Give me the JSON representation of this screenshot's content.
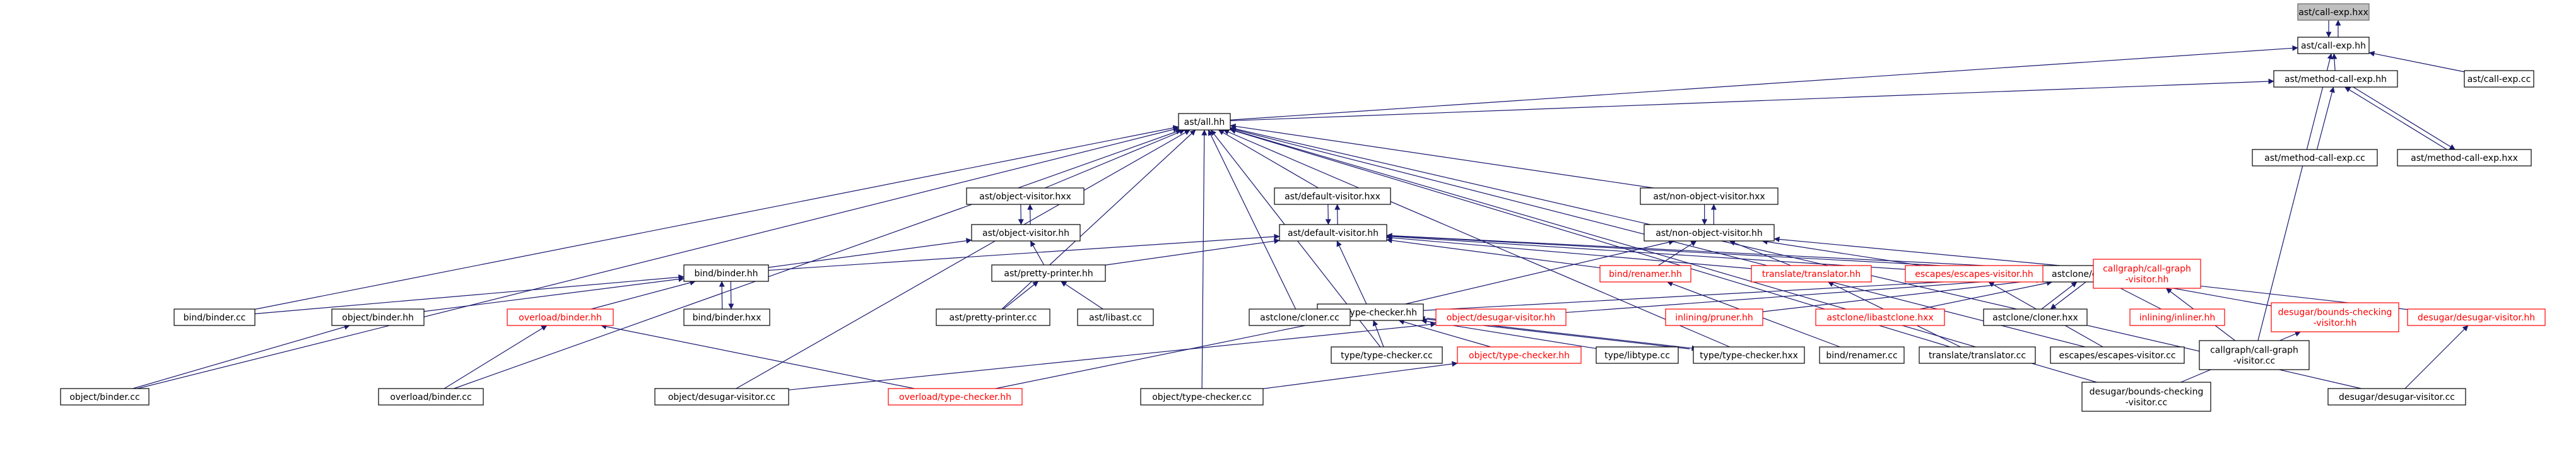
{
  "colors": {
    "edge": "#191970",
    "normal_border": "#000000",
    "red_border": "#ff0000",
    "root_fill": "#bfbfbf"
  },
  "nodes": [
    {
      "id": "call-exp-hxx",
      "lines": [
        "ast/call-exp.hxx"
      ],
      "style": "root"
    },
    {
      "id": "call-exp-hh",
      "lines": [
        "ast/call-exp.hh"
      ]
    },
    {
      "id": "method-call-exp-hh",
      "lines": [
        "ast/method-call-exp.hh"
      ]
    },
    {
      "id": "call-exp-cc",
      "lines": [
        "ast/call-exp.cc"
      ]
    },
    {
      "id": "all-hh",
      "lines": [
        "ast/all.hh"
      ]
    },
    {
      "id": "method-call-exp-cc",
      "lines": [
        "ast/method-call-exp.cc"
      ]
    },
    {
      "id": "method-call-exp-hxx",
      "lines": [
        "ast/method-call-exp.hxx"
      ]
    },
    {
      "id": "object-visitor-hxx",
      "lines": [
        "ast/object-visitor.hxx"
      ]
    },
    {
      "id": "default-visitor-hxx",
      "lines": [
        "ast/default-visitor.hxx"
      ]
    },
    {
      "id": "non-object-visitor-hxx",
      "lines": [
        "ast/non-object-visitor.hxx"
      ]
    },
    {
      "id": "object-visitor-hh",
      "lines": [
        "ast/object-visitor.hh"
      ]
    },
    {
      "id": "default-visitor-hh",
      "lines": [
        "ast/default-visitor.hh"
      ]
    },
    {
      "id": "non-object-visitor-hh",
      "lines": [
        "ast/non-object-visitor.hh"
      ]
    },
    {
      "id": "bind-binder-hh",
      "lines": [
        "bind/binder.hh"
      ]
    },
    {
      "id": "pretty-printer-hh",
      "lines": [
        "ast/pretty-printer.hh"
      ]
    },
    {
      "id": "cloner-hh",
      "lines": [
        "astclone/cloner.hh"
      ]
    },
    {
      "id": "type-checker-hh",
      "lines": [
        "type/type-checker.hh"
      ]
    },
    {
      "id": "bind-renamer-hh",
      "lines": [
        "bind/renamer.hh"
      ],
      "style": "red"
    },
    {
      "id": "translator-hh",
      "lines": [
        "translate/translator.hh"
      ],
      "style": "red"
    },
    {
      "id": "escapes-visitor-hh",
      "lines": [
        "escapes/escapes-visitor.hh"
      ],
      "style": "red"
    },
    {
      "id": "callgraph-visitor-hh",
      "lines": [
        "callgraph/call-graph",
        "-visitor.hh"
      ],
      "style": "red"
    },
    {
      "id": "bind-binder-cc",
      "lines": [
        "bind/binder.cc"
      ]
    },
    {
      "id": "object-binder-hh",
      "lines": [
        "object/binder.hh"
      ]
    },
    {
      "id": "overload-binder-hh",
      "lines": [
        "overload/binder.hh"
      ],
      "style": "red"
    },
    {
      "id": "bind-binder-hxx",
      "lines": [
        "bind/binder.hxx"
      ]
    },
    {
      "id": "pretty-printer-cc",
      "lines": [
        "ast/pretty-printer.cc"
      ]
    },
    {
      "id": "libast-cc",
      "lines": [
        "ast/libast.cc"
      ]
    },
    {
      "id": "cloner-cc",
      "lines": [
        "astclone/cloner.cc"
      ]
    },
    {
      "id": "desugar-visitor-hh-obj",
      "lines": [
        "object/desugar-visitor.hh"
      ],
      "style": "red"
    },
    {
      "id": "pruner-hh",
      "lines": [
        "inlining/pruner.hh"
      ],
      "style": "red"
    },
    {
      "id": "libastclone-hxx",
      "lines": [
        "astclone/libastclone.hxx"
      ],
      "style": "red"
    },
    {
      "id": "cloner-hxx",
      "lines": [
        "astclone/cloner.hxx"
      ]
    },
    {
      "id": "inliner-hh",
      "lines": [
        "inlining/inliner.hh"
      ],
      "style": "red"
    },
    {
      "id": "bounds-checking-visitor-hh",
      "lines": [
        "desugar/bounds-checking",
        "-visitor.hh"
      ],
      "style": "red"
    },
    {
      "id": "desugar-visitor-hh",
      "lines": [
        "desugar/desugar-visitor.hh"
      ],
      "style": "red"
    },
    {
      "id": "type-checker-cc",
      "lines": [
        "type/type-checker.cc"
      ]
    },
    {
      "id": "object-type-checker-hh",
      "lines": [
        "object/type-checker.hh"
      ],
      "style": "red"
    },
    {
      "id": "libtype-cc",
      "lines": [
        "type/libtype.cc"
      ]
    },
    {
      "id": "type-checker-hxx",
      "lines": [
        "type/type-checker.hxx"
      ]
    },
    {
      "id": "bind-renamer-cc",
      "lines": [
        "bind/renamer.cc"
      ]
    },
    {
      "id": "translator-cc",
      "lines": [
        "translate/translator.cc"
      ]
    },
    {
      "id": "escapes-visitor-cc",
      "lines": [
        "escapes/escapes-visitor.cc"
      ]
    },
    {
      "id": "callgraph-visitor-cc",
      "lines": [
        "callgraph/call-graph",
        "-visitor.cc"
      ]
    },
    {
      "id": "object-binder-cc",
      "lines": [
        "object/binder.cc"
      ]
    },
    {
      "id": "overload-binder-cc",
      "lines": [
        "overload/binder.cc"
      ]
    },
    {
      "id": "object-desugar-visitor-cc",
      "lines": [
        "object/desugar-visitor.cc"
      ]
    },
    {
      "id": "overload-type-checker-hh",
      "lines": [
        "overload/type-checker.hh"
      ],
      "style": "red"
    },
    {
      "id": "object-type-checker-cc",
      "lines": [
        "object/type-checker.cc"
      ]
    },
    {
      "id": "bounds-checking-visitor-cc",
      "lines": [
        "desugar/bounds-checking",
        "-visitor.cc"
      ]
    },
    {
      "id": "desugar-visitor-cc",
      "lines": [
        "desugar/desugar-visitor.cc"
      ]
    }
  ],
  "edges": [
    [
      "call-exp-hh",
      "call-exp-hxx"
    ],
    [
      "call-exp-hxx",
      "call-exp-hh"
    ],
    [
      "method-call-exp-hh",
      "call-exp-hh"
    ],
    [
      "call-exp-cc",
      "call-exp-hh"
    ],
    [
      "all-hh",
      "call-exp-hh"
    ],
    [
      "callgraph-visitor-cc",
      "call-exp-hh"
    ],
    [
      "all-hh",
      "method-call-exp-hh"
    ],
    [
      "method-call-exp-cc",
      "method-call-exp-hh"
    ],
    [
      "method-call-exp-hxx",
      "method-call-exp-hh"
    ],
    [
      "method-call-exp-hh",
      "method-call-exp-hxx"
    ],
    [
      "object-visitor-hxx",
      "all-hh"
    ],
    [
      "default-visitor-hxx",
      "all-hh"
    ],
    [
      "non-object-visitor-hxx",
      "all-hh"
    ],
    [
      "pretty-printer-cc",
      "all-hh"
    ],
    [
      "bind-binder-cc",
      "all-hh"
    ],
    [
      "object-binder-cc",
      "all-hh"
    ],
    [
      "overload-binder-cc",
      "all-hh"
    ],
    [
      "object-desugar-visitor-cc",
      "all-hh"
    ],
    [
      "cloner-cc",
      "all-hh"
    ],
    [
      "object-type-checker-cc",
      "all-hh"
    ],
    [
      "type-checker-cc",
      "all-hh"
    ],
    [
      "type-checker-hxx",
      "all-hh"
    ],
    [
      "translator-cc",
      "all-hh"
    ],
    [
      "escapes-visitor-cc",
      "all-hh"
    ],
    [
      "bounds-checking-visitor-cc",
      "all-hh"
    ],
    [
      "desugar-visitor-cc",
      "all-hh"
    ],
    [
      "object-visitor-hh",
      "object-visitor-hxx"
    ],
    [
      "object-visitor-hxx",
      "object-visitor-hh"
    ],
    [
      "default-visitor-hh",
      "default-visitor-hxx"
    ],
    [
      "default-visitor-hxx",
      "default-visitor-hh"
    ],
    [
      "non-object-visitor-hh",
      "non-object-visitor-hxx"
    ],
    [
      "non-object-visitor-hxx",
      "non-object-visitor-hh"
    ],
    [
      "bind-binder-hh",
      "object-visitor-hh"
    ],
    [
      "pretty-printer-hh",
      "object-visitor-hh"
    ],
    [
      "bind-binder-hh",
      "default-visitor-hh"
    ],
    [
      "pretty-printer-hh",
      "default-visitor-hh"
    ],
    [
      "cloner-hh",
      "default-visitor-hh"
    ],
    [
      "type-checker-hh",
      "default-visitor-hh"
    ],
    [
      "bind-renamer-hh",
      "default-visitor-hh"
    ],
    [
      "translator-hh",
      "default-visitor-hh"
    ],
    [
      "escapes-visitor-hh",
      "default-visitor-hh"
    ],
    [
      "callgraph-visitor-hh",
      "default-visitor-hh"
    ],
    [
      "type-checker-hh",
      "non-object-visitor-hh"
    ],
    [
      "bind-renamer-hh",
      "non-object-visitor-hh"
    ],
    [
      "translator-hh",
      "non-object-visitor-hh"
    ],
    [
      "escapes-visitor-hh",
      "non-object-visitor-hh"
    ],
    [
      "callgraph-visitor-hh",
      "non-object-visitor-hh"
    ],
    [
      "bind-binder-cc",
      "bind-binder-hh"
    ],
    [
      "object-binder-hh",
      "bind-binder-hh"
    ],
    [
      "overload-binder-hh",
      "bind-binder-hh"
    ],
    [
      "bind-binder-hxx",
      "bind-binder-hh"
    ],
    [
      "bind-binder-hh",
      "bind-binder-hxx"
    ],
    [
      "pretty-printer-cc",
      "pretty-printer-hh"
    ],
    [
      "libast-cc",
      "pretty-printer-hh"
    ],
    [
      "cloner-cc",
      "cloner-hh"
    ],
    [
      "desugar-visitor-hh-obj",
      "cloner-hh"
    ],
    [
      "pruner-hh",
      "cloner-hh"
    ],
    [
      "libastclone-hxx",
      "cloner-hh"
    ],
    [
      "cloner-hxx",
      "cloner-hh"
    ],
    [
      "cloner-hh",
      "cloner-hxx"
    ],
    [
      "inliner-hh",
      "cloner-hh"
    ],
    [
      "bounds-checking-visitor-hh",
      "cloner-hh"
    ],
    [
      "desugar-visitor-hh",
      "cloner-hh"
    ],
    [
      "type-checker-cc",
      "type-checker-hh"
    ],
    [
      "object-type-checker-hh",
      "type-checker-hh"
    ],
    [
      "libtype-cc",
      "type-checker-hh"
    ],
    [
      "type-checker-hxx",
      "type-checker-hh"
    ],
    [
      "type-checker-hh",
      "type-checker-hxx"
    ],
    [
      "overload-type-checker-hh",
      "type-checker-hh"
    ],
    [
      "bind-renamer-cc",
      "bind-renamer-hh"
    ],
    [
      "translator-cc",
      "translator-hh"
    ],
    [
      "escapes-visitor-cc",
      "escapes-visitor-hh"
    ],
    [
      "callgraph-visitor-cc",
      "callgraph-visitor-hh"
    ],
    [
      "object-binder-cc",
      "object-binder-hh"
    ],
    [
      "overload-binder-cc",
      "overload-binder-hh"
    ],
    [
      "overload-type-checker-hh",
      "overload-binder-hh"
    ],
    [
      "object-desugar-visitor-cc",
      "desugar-visitor-hh-obj"
    ],
    [
      "bounds-checking-visitor-cc",
      "bounds-checking-visitor-hh"
    ],
    [
      "desugar-visitor-cc",
      "desugar-visitor-hh"
    ],
    [
      "object-type-checker-cc",
      "object-type-checker-hh"
    ]
  ]
}
